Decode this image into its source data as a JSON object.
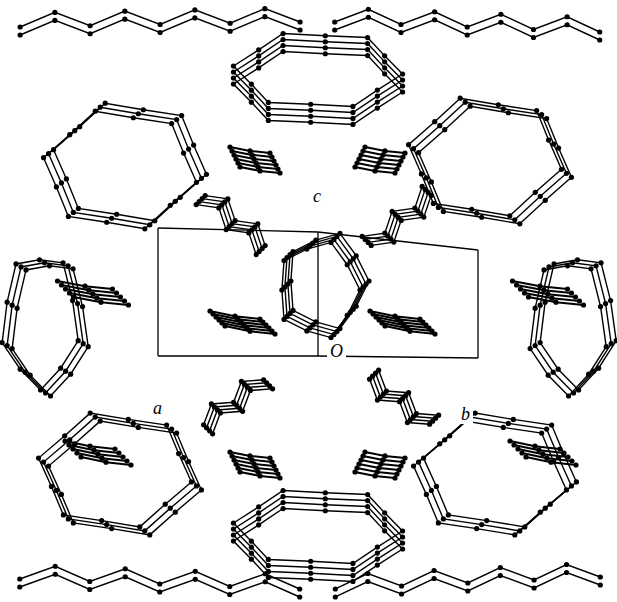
{
  "diagram": {
    "labels": [
      "c",
      "O",
      "a",
      "b"
    ]
  }
}
